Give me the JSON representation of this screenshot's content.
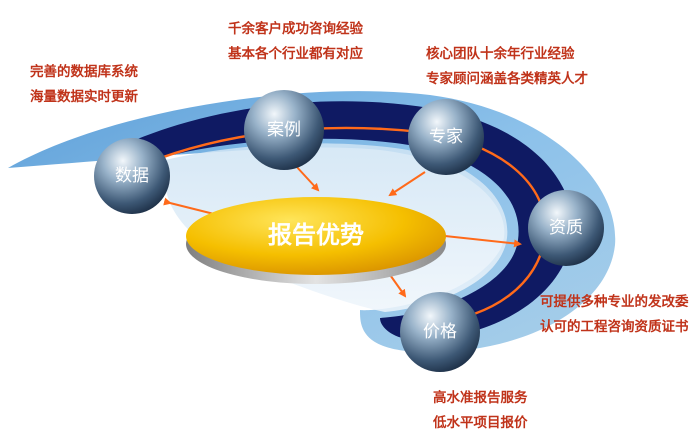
{
  "center": {
    "label": "报告优势"
  },
  "nodes": {
    "shuju": "数据",
    "anli": "案例",
    "zhuanjia": "专家",
    "zizhi": "资质",
    "jiage": "价格"
  },
  "notes": {
    "shuju": [
      "完善的数据库系统",
      "海量数据实时更新"
    ],
    "anli": [
      "千余客户成功咨询经验",
      "基本各个行业都有对应"
    ],
    "zhuanjia": [
      "核心团队十余年行业经验",
      "专家顾问涵盖各类精英人才"
    ],
    "zizhi": [
      "可提供多种专业的发改委",
      "认可的工程咨询资质证书"
    ],
    "jiage": [
      "高水准报告服务",
      "低水平项目报价"
    ]
  },
  "colors": {
    "note_text": "#c0331a",
    "band_outer": "#6fa9da",
    "band_inner": "#0f1a63",
    "orbit": "#ff6a1a",
    "disc": "#f1b400",
    "sphere": "#3d5875"
  }
}
